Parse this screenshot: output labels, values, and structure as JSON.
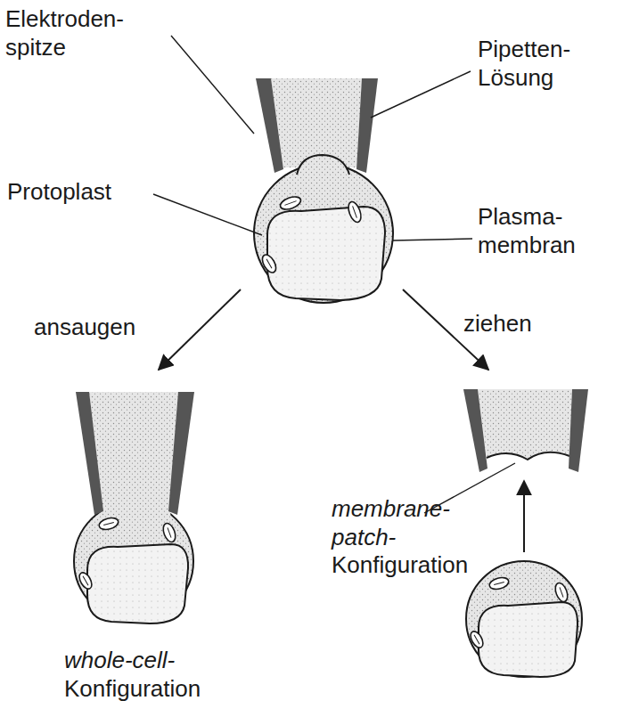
{
  "diagram": {
    "labels": [
      "Elektroden- spitze",
      "Pipetten- Lösung",
      "Protoplast",
      "Plasma- membran",
      "ansaugen",
      "ziehen",
      "membrane- patch- Konfiguration",
      "whole-cell- Konfiguration"
    ]
  }
}
